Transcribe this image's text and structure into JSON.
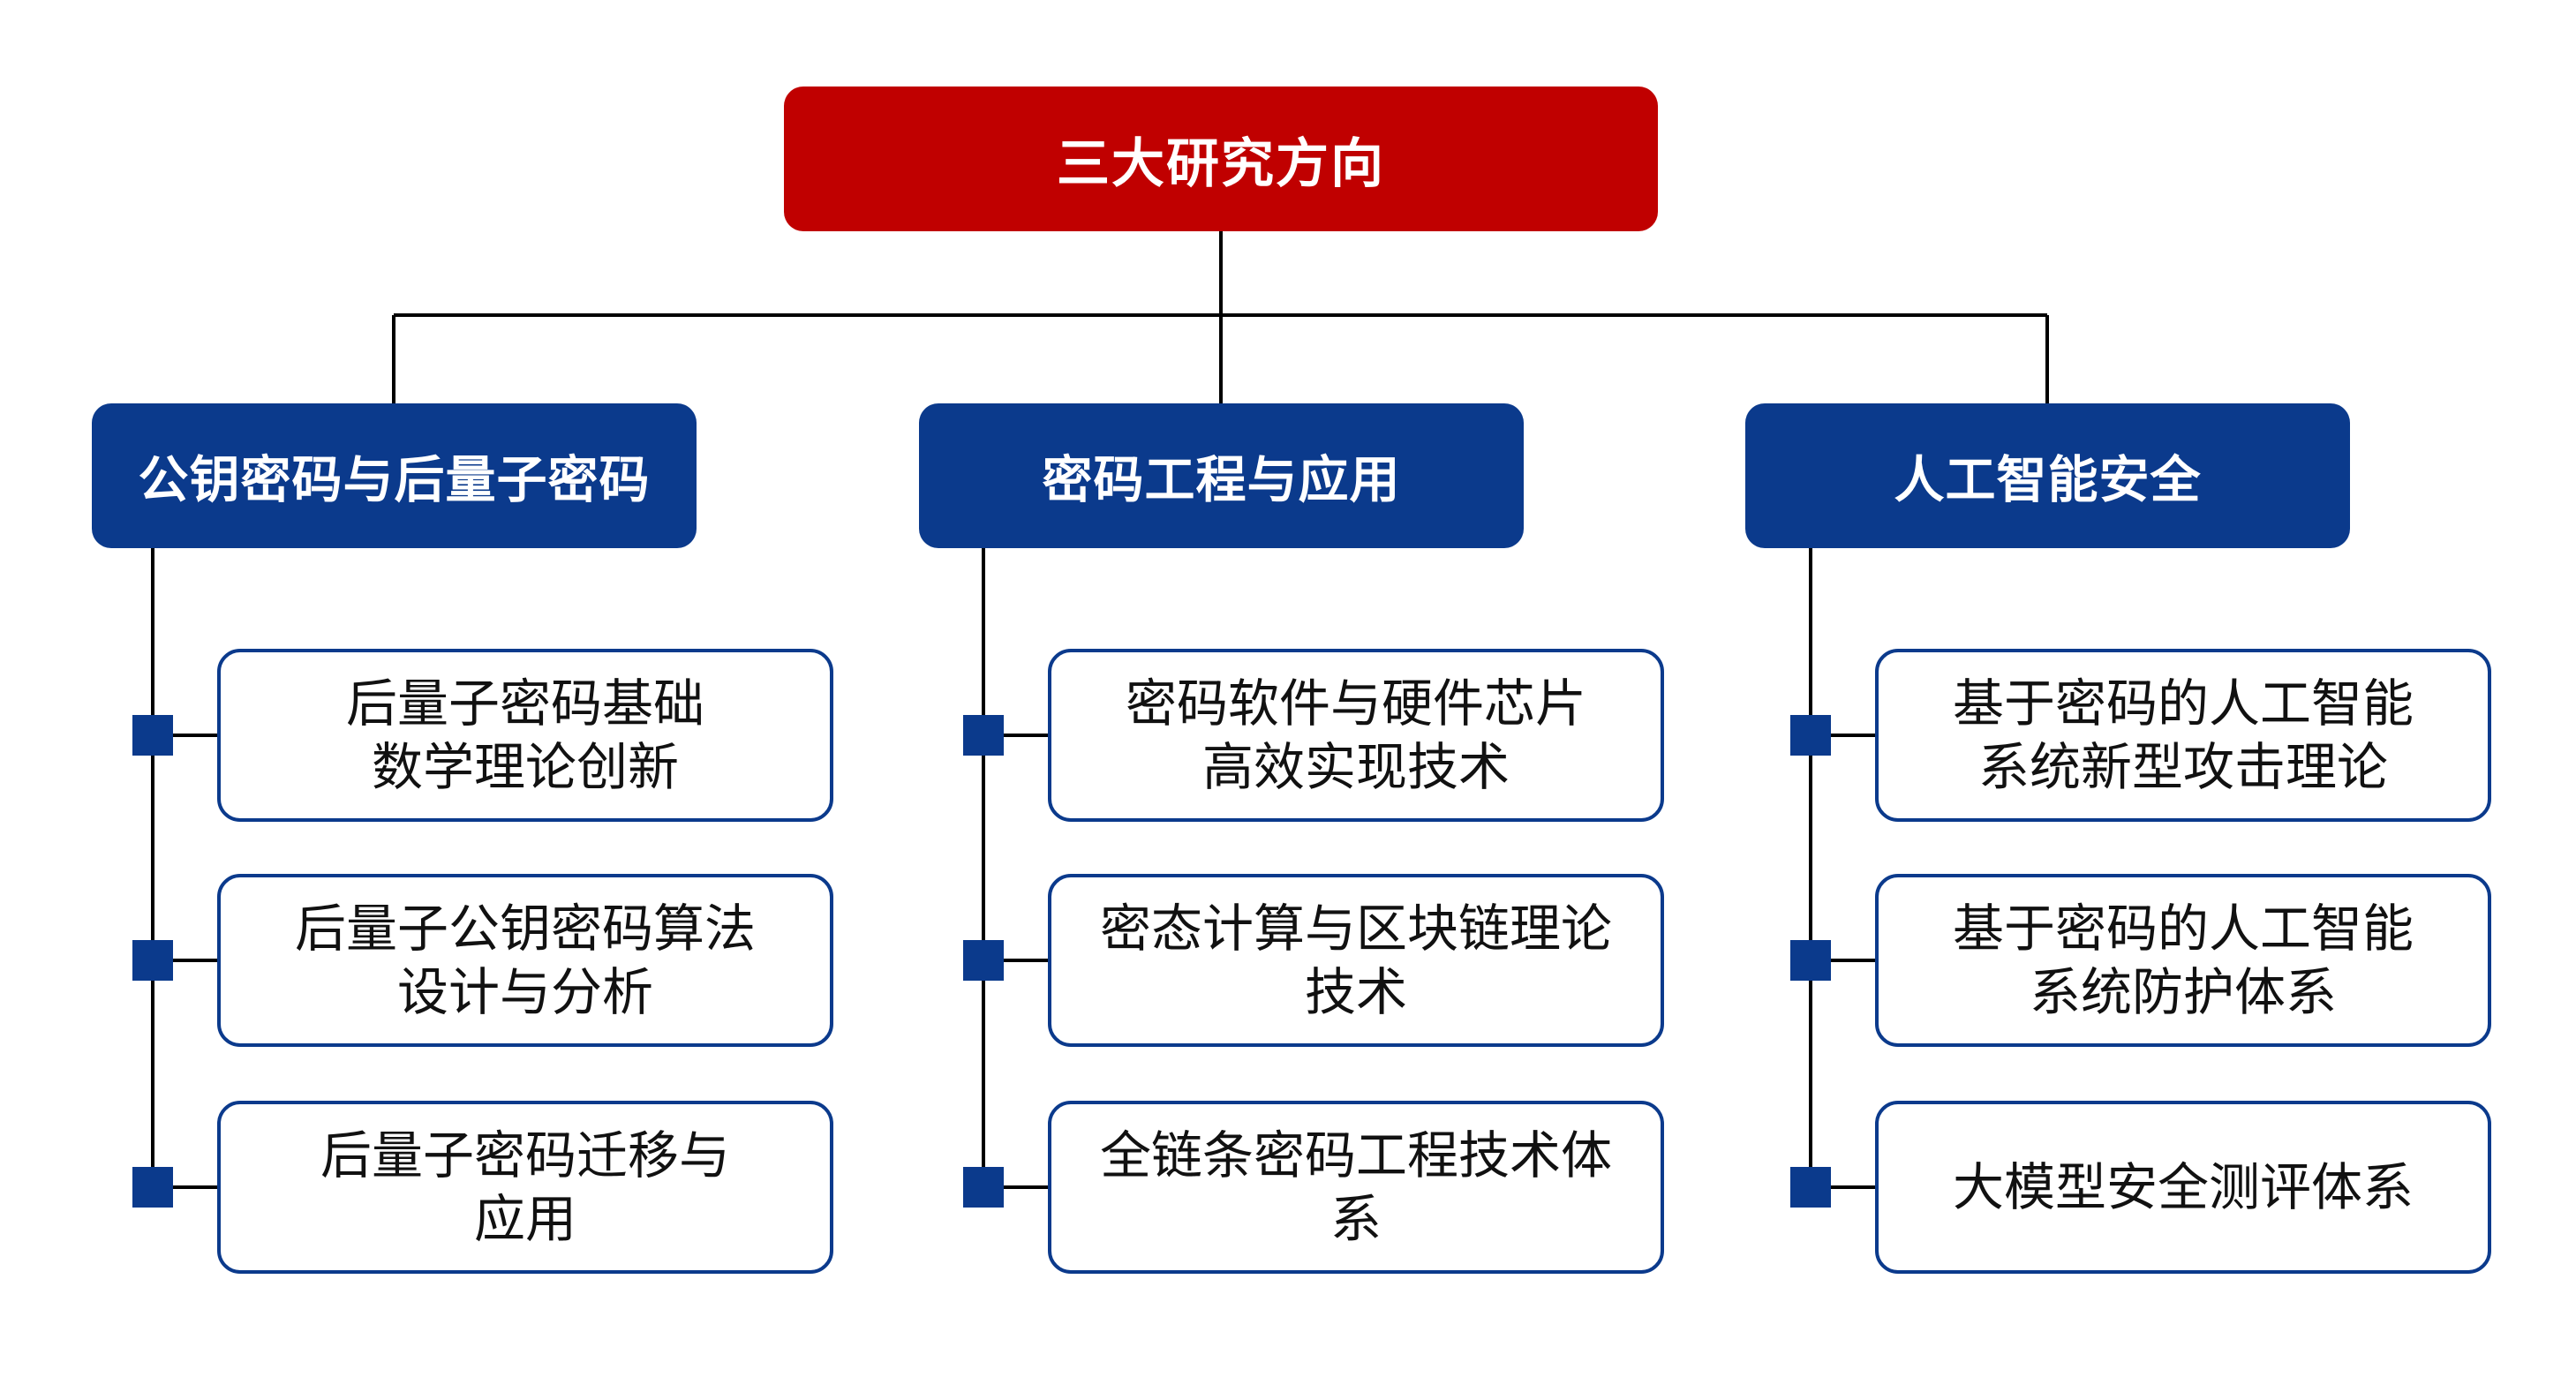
{
  "diagram": {
    "root": {
      "label": "三大研究方向"
    },
    "categories": [
      {
        "label": "公钥密码与后量子密码",
        "items": [
          "后量子密码基础\n数学理论创新",
          "后量子公钥密码算法\n设计与分析",
          "后量子密码迁移与\n应用"
        ]
      },
      {
        "label": "密码工程与应用",
        "items": [
          "密码软件与硬件芯片\n高效实现技术",
          "密态计算与区块链理论\n技术",
          "全链条密码工程技术体系"
        ]
      },
      {
        "label": "人工智能安全",
        "items": [
          "基于密码的人工智能\n系统新型攻击理论",
          "基于密码的人工智能\n系统防护体系",
          "大模型安全测评体系"
        ]
      }
    ],
    "colors": {
      "root": "#c00000",
      "category": "#0b3a8c",
      "leaf_border": "#0b3a8c",
      "connector": "#000000"
    }
  }
}
